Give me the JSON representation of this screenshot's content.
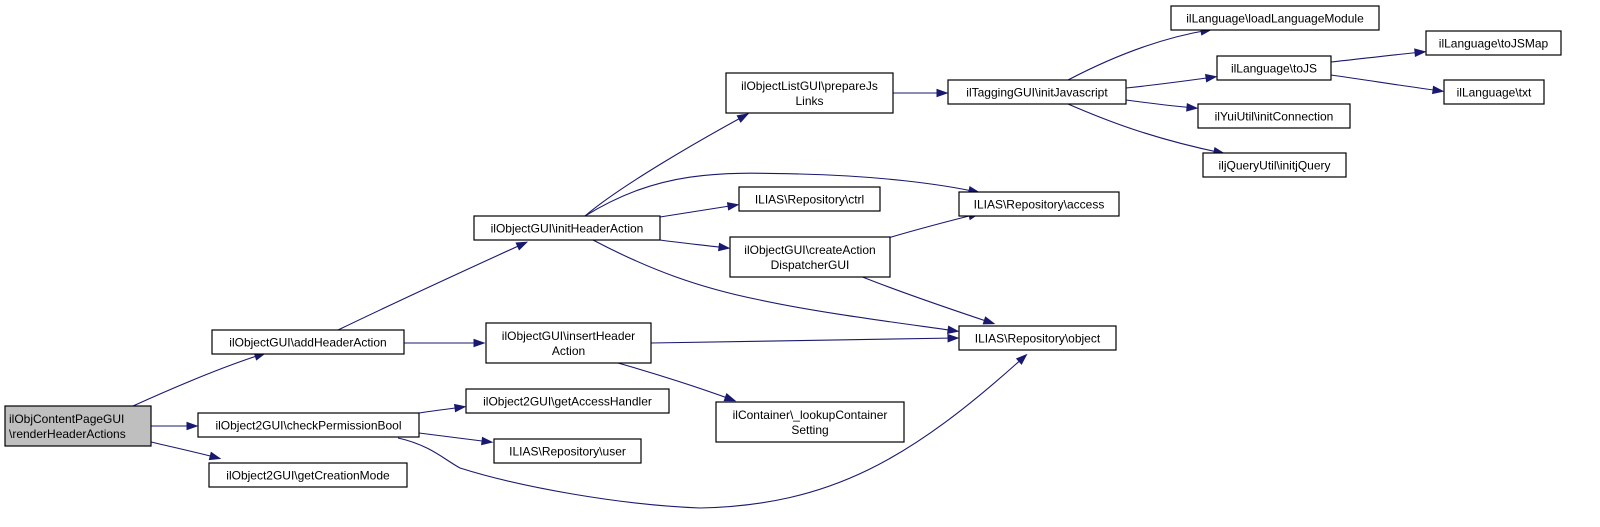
{
  "graph": {
    "colors": {
      "edge": "#191970",
      "root_fill": "#bfbfbf",
      "node_fill": "#ffffff",
      "border": "#000000"
    },
    "nodes": {
      "root": {
        "lines": [
          "ilObjContentPageGUI",
          "\\renderHeaderActions"
        ],
        "root": true
      },
      "addHA": {
        "lines": [
          "ilObjectGUI\\addHeaderAction"
        ]
      },
      "checkPB": {
        "lines": [
          "ilObject2GUI\\checkPermissionBool"
        ]
      },
      "getCM": {
        "lines": [
          "ilObject2GUI\\getCreationMode"
        ]
      },
      "initHA": {
        "lines": [
          "ilObjectGUI\\initHeaderAction"
        ]
      },
      "insertHA": {
        "lines": [
          "ilObjectGUI\\insertHeader",
          "Action"
        ]
      },
      "getAH": {
        "lines": [
          "ilObject2GUI\\getAccessHandler"
        ]
      },
      "user": {
        "lines": [
          "ILIAS\\Repository\\user"
        ]
      },
      "prepJs": {
        "lines": [
          "ilObjectListGUI\\prepareJs",
          "Links"
        ]
      },
      "ctrl": {
        "lines": [
          "ILIAS\\Repository\\ctrl"
        ]
      },
      "createAD": {
        "lines": [
          "ilObjectGUI\\createAction",
          "DispatcherGUI"
        ]
      },
      "lookupCS": {
        "lines": [
          "ilContainer\\_lookupContainer",
          "Setting"
        ]
      },
      "initJs": {
        "lines": [
          "ilTaggingGUI\\initJavascript"
        ]
      },
      "access": {
        "lines": [
          "ILIAS\\Repository\\access"
        ]
      },
      "object": {
        "lines": [
          "ILIAS\\Repository\\object"
        ]
      },
      "loadLM": {
        "lines": [
          "ilLanguage\\loadLanguageModule"
        ]
      },
      "toJS": {
        "lines": [
          "ilLanguage\\toJS"
        ]
      },
      "initConn": {
        "lines": [
          "ilYuiUtil\\initConnection"
        ]
      },
      "initjQ": {
        "lines": [
          "iljQueryUtil\\initjQuery"
        ]
      },
      "toJSMap": {
        "lines": [
          "ilLanguage\\toJSMap"
        ]
      },
      "txt": {
        "lines": [
          "ilLanguage\\txt"
        ]
      }
    },
    "edges": [
      [
        "root",
        "addHA"
      ],
      [
        "root",
        "checkPB"
      ],
      [
        "root",
        "getCM"
      ],
      [
        "addHA",
        "initHA"
      ],
      [
        "addHA",
        "insertHA"
      ],
      [
        "checkPB",
        "getAH"
      ],
      [
        "checkPB",
        "user"
      ],
      [
        "checkPB",
        "object"
      ],
      [
        "initHA",
        "prepJs"
      ],
      [
        "initHA",
        "access"
      ],
      [
        "initHA",
        "ctrl"
      ],
      [
        "initHA",
        "createAD"
      ],
      [
        "initHA",
        "object"
      ],
      [
        "insertHA",
        "object"
      ],
      [
        "insertHA",
        "lookupCS"
      ],
      [
        "prepJs",
        "initJs"
      ],
      [
        "createAD",
        "access"
      ],
      [
        "createAD",
        "object"
      ],
      [
        "initJs",
        "loadLM"
      ],
      [
        "initJs",
        "toJS"
      ],
      [
        "initJs",
        "initConn"
      ],
      [
        "initJs",
        "initjQ"
      ],
      [
        "toJS",
        "toJSMap"
      ],
      [
        "toJS",
        "txt"
      ]
    ]
  }
}
